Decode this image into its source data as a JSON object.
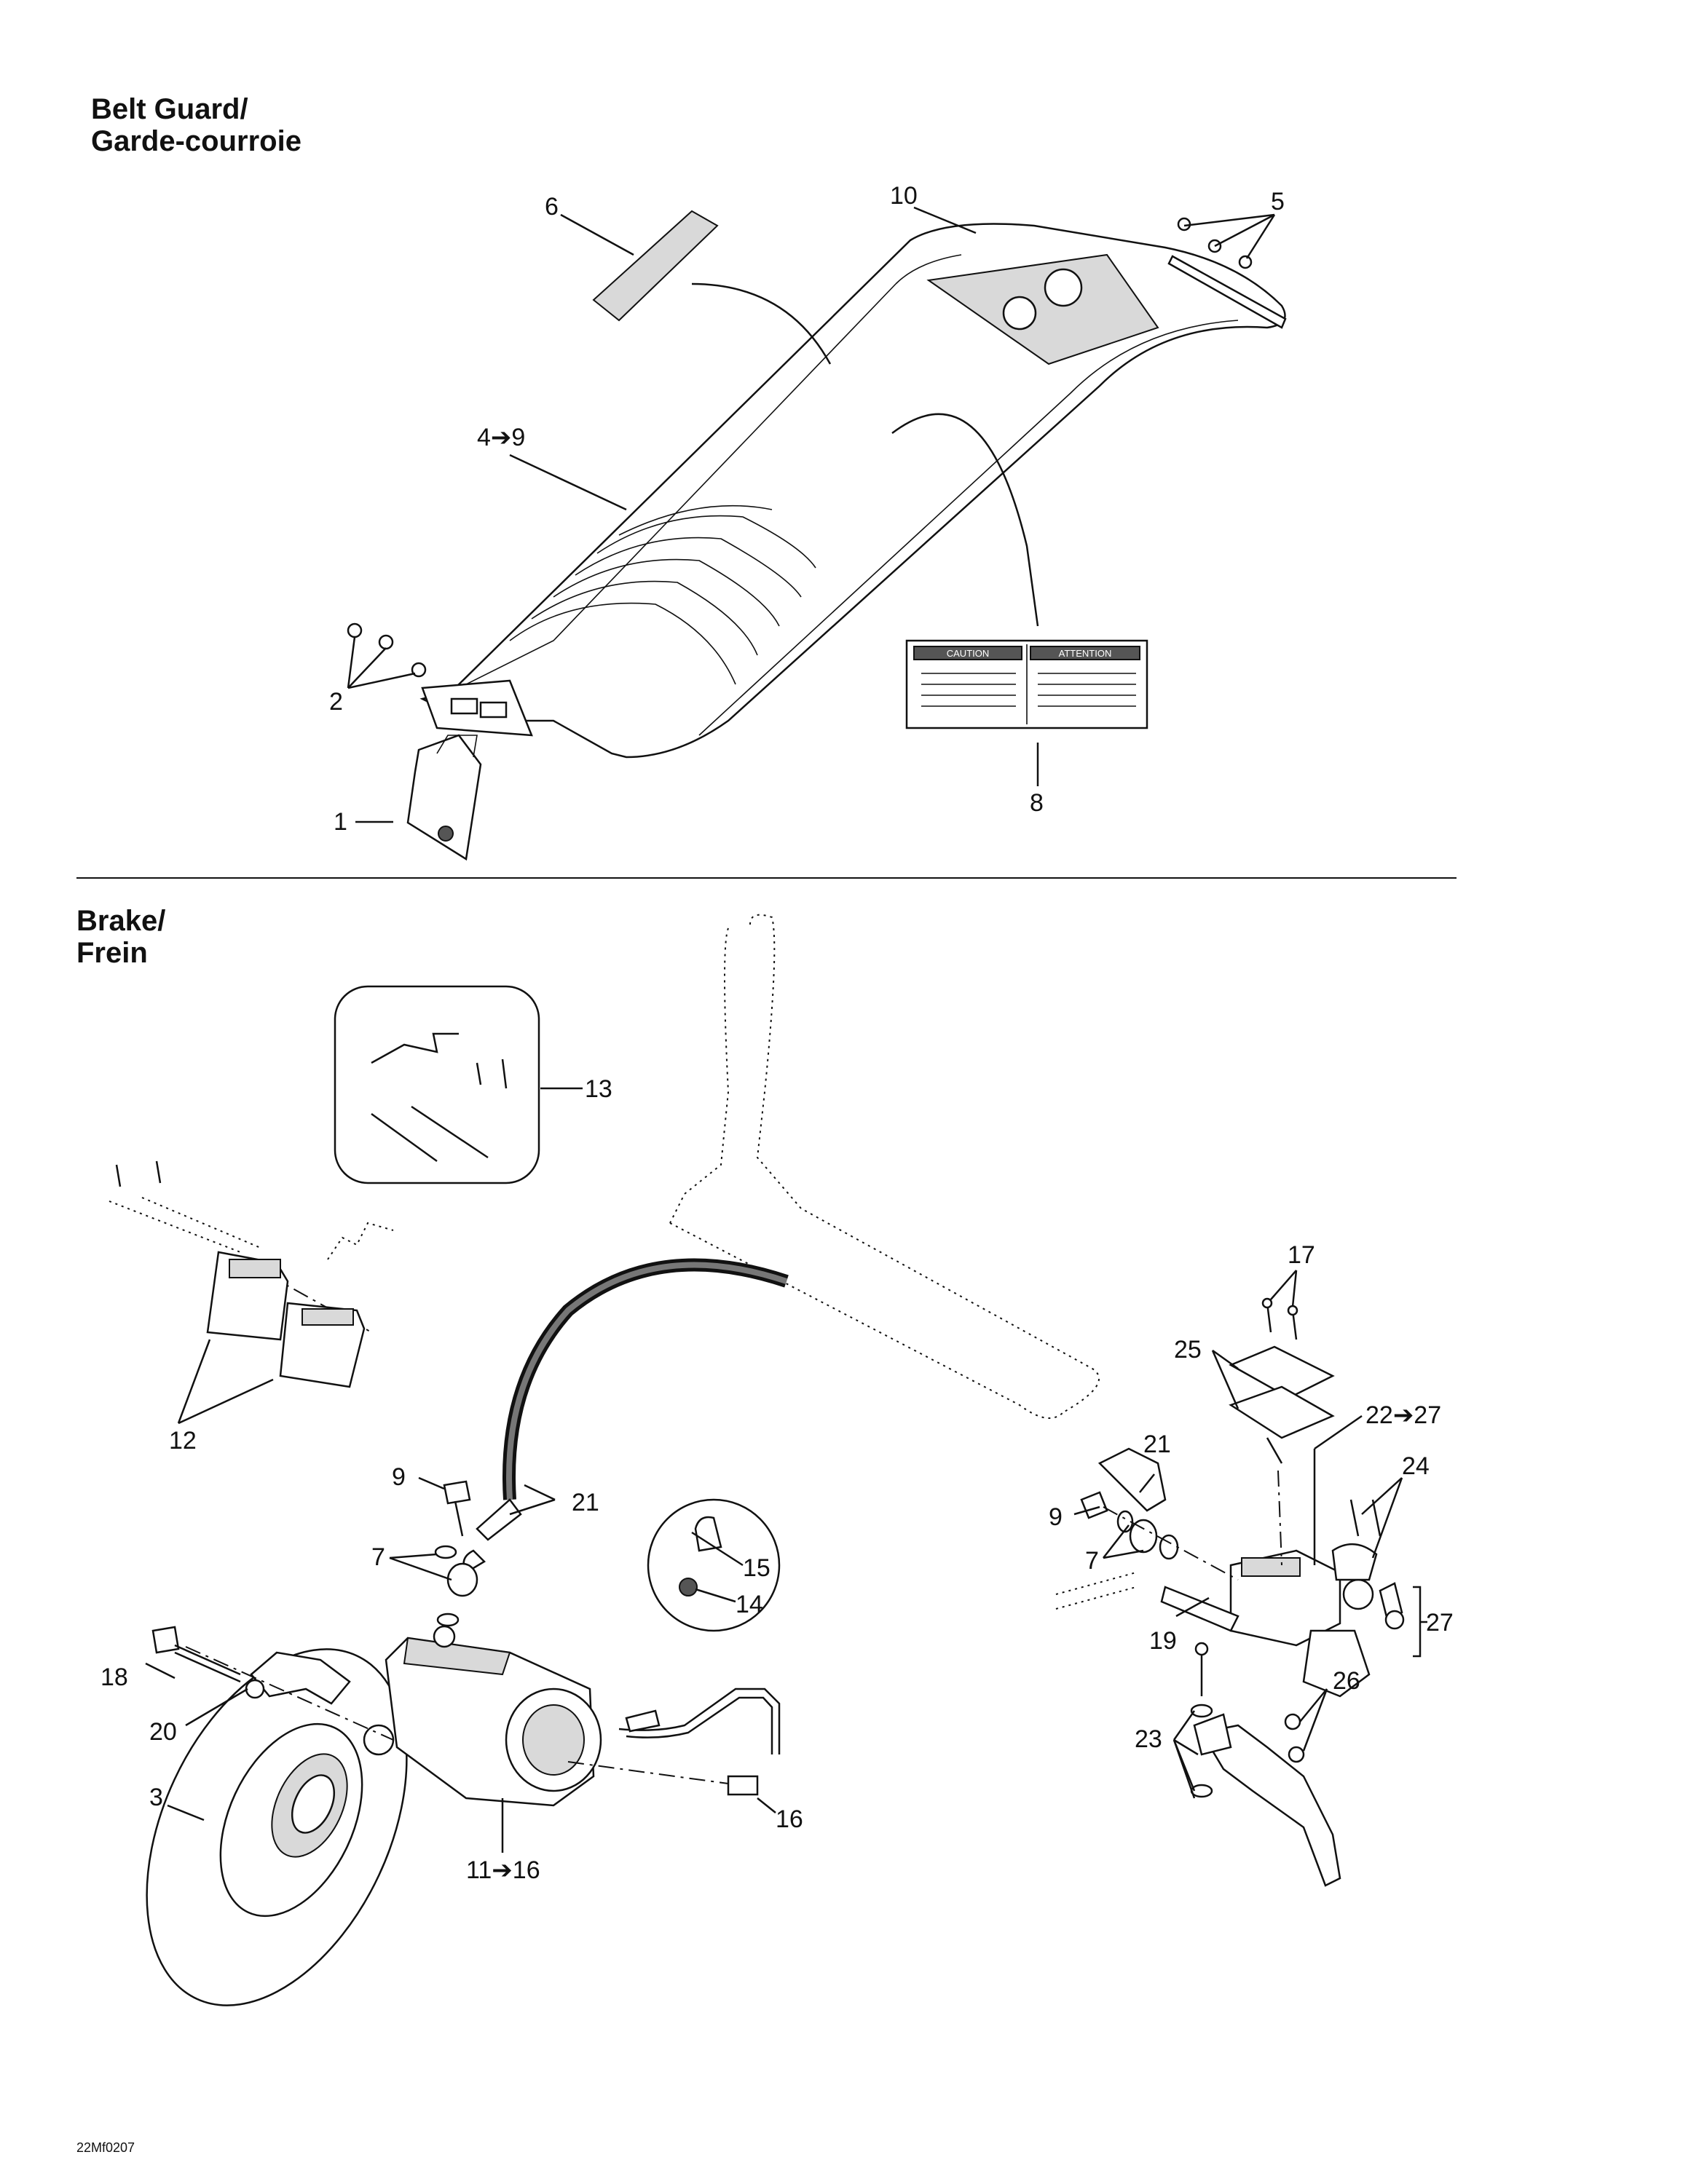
{
  "sections": {
    "belt_guard": {
      "title_line1": "Belt Guard/",
      "title_line2": "Garde-courroie"
    },
    "brake": {
      "title_line1": "Brake/",
      "title_line2": "Frein"
    }
  },
  "callouts": {
    "belt": {
      "c1": "1",
      "c2": "2",
      "c4": "4➔9",
      "c5": "5",
      "c6": "6",
      "c8": "8",
      "c10": "10"
    },
    "brake": {
      "c3": "3",
      "c7a": "7",
      "c7b": "7",
      "c9a": "9",
      "c9b": "9",
      "c11": "11➔16",
      "c12": "12",
      "c13": "13",
      "c14": "14",
      "c15": "15",
      "c16": "16",
      "c17": "17",
      "c18": "18",
      "c19": "19",
      "c20": "20",
      "c21a": "21",
      "c21b": "21",
      "c22": "22➔27",
      "c23": "23",
      "c24": "24",
      "c25": "25",
      "c26": "26",
      "c27": "27"
    }
  },
  "labels": {
    "caution_left": "CAUTION",
    "caution_right": "ATTENTION"
  },
  "figure_code": "22Mf0207"
}
